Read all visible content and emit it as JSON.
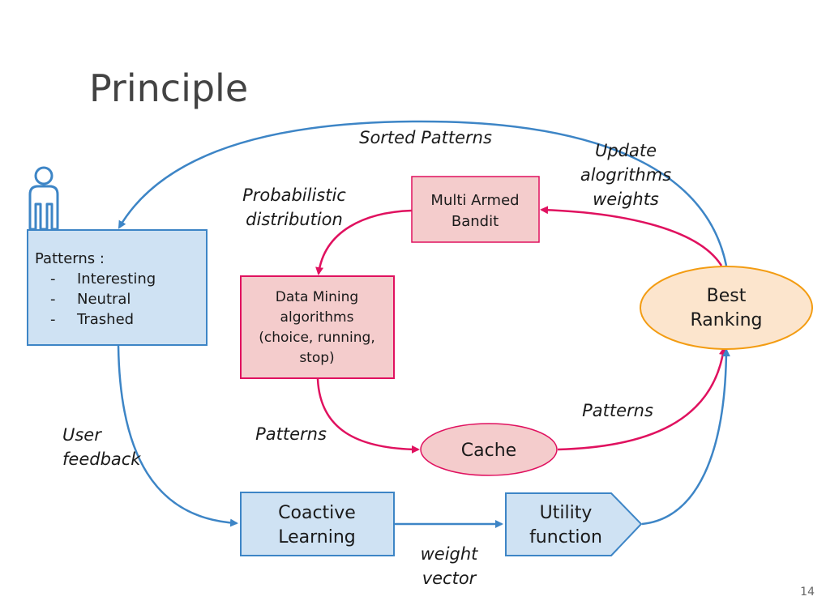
{
  "slide": {
    "title": "Principle",
    "page_number": "14"
  },
  "colors": {
    "blue_stroke": "#3d85c6",
    "blue_fill": "#cfe2f3",
    "red_stroke": "#e0115f",
    "red_fill": "#f4cccc",
    "orange_stroke": "#f39c12",
    "orange_fill": "#fce5cd"
  },
  "nodes": {
    "user": {
      "icon": "person-icon"
    },
    "patterns_box": {
      "heading": "Patterns :",
      "items": [
        "Interesting",
        "Neutral",
        "Trashed"
      ],
      "bullet": "-"
    },
    "mab": {
      "line1": "Multi Armed",
      "line2": "Bandit"
    },
    "dm": {
      "line1": "Data Mining",
      "line2": "algorithms",
      "line3": "(choice, running,",
      "line4": "stop)"
    },
    "best": {
      "line1": "Best",
      "line2": "Ranking"
    },
    "cache": {
      "label": "Cache"
    },
    "coactive": {
      "line1": "Coactive",
      "line2": "Learning"
    },
    "utility": {
      "line1": "Utility",
      "line2": "function"
    }
  },
  "edges": {
    "sorted_patterns": "Sorted Patterns",
    "update_weights": {
      "line1": "Update",
      "line2": "alogrithms",
      "line3": "weights"
    },
    "prob_dist": {
      "line1": "Probabilistic",
      "line2": "distribution"
    },
    "user_feedback": {
      "line1": "User",
      "line2": "feedback"
    },
    "patterns_dm_cache": "Patterns",
    "patterns_cache_best": "Patterns",
    "weight_vector": {
      "line1": "weight",
      "line2": "vector"
    }
  }
}
